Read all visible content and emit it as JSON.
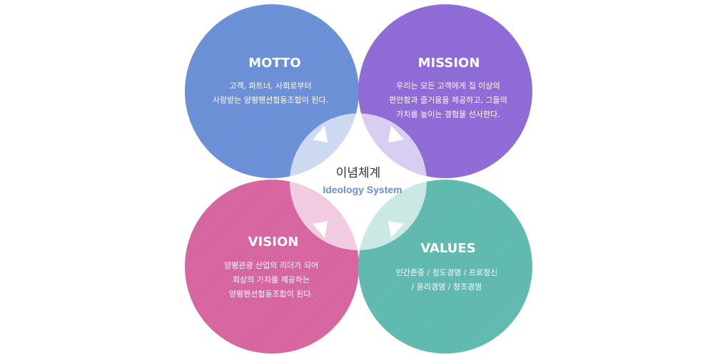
{
  "center": {
    "title": "이념체계",
    "subtitle": "Ideology System"
  },
  "colors": {
    "motto": "#6a8fd6",
    "mission": "#8e6ad6",
    "vision": "#d6659f",
    "values": "#5fb9ae",
    "center_ring": "#ffffff",
    "subtitle": "#6a8fd6"
  },
  "motto": {
    "title": "MOTTO",
    "lines": [
      "고객, 파트너, 사회로부터",
      "사랑받는 양평펜션협동조합이 된다."
    ]
  },
  "mission": {
    "title": "MISSION",
    "lines": [
      "우리는 모든 고객에게 집 이상의",
      "편안함과 즐거움을 제공하고, 그들의",
      "가치를 높이는 경험을 선사한다."
    ]
  },
  "vision": {
    "title": "VISION",
    "lines": [
      "양평관광 산업의 리더가 되어",
      "최상의 가치를 제공하는",
      "양평펜션협동조합이 된다."
    ]
  },
  "values": {
    "title": "VALUES",
    "lines": [
      "인간존중 / 정도경영 / 프로정신",
      "/ 윤리경영 / 창조경영"
    ]
  }
}
